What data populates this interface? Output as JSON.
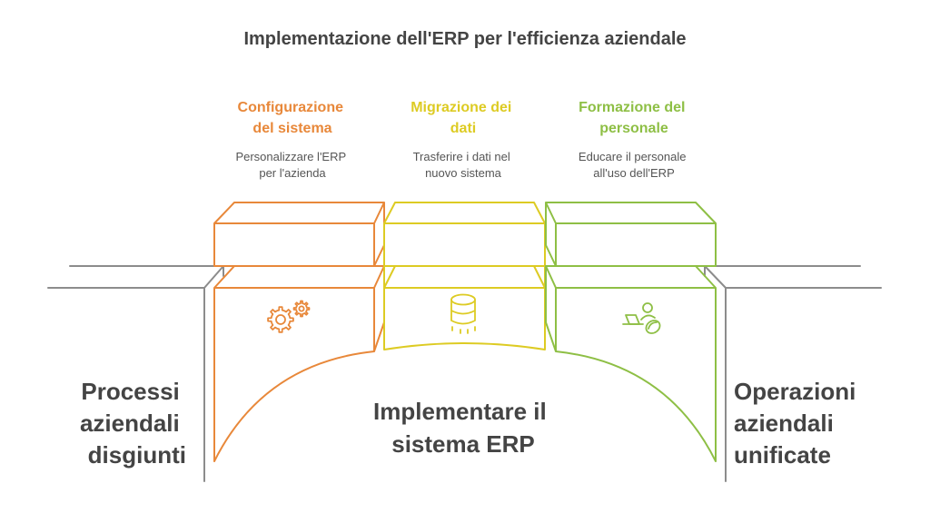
{
  "title": "Implementazione dell'ERP per l'efficienza aziendale",
  "colors": {
    "orange": "#E8883A",
    "yellow": "#DDCB23",
    "green": "#8EBF45",
    "gray": "#8C8C8C",
    "text": "#444444",
    "desc": "#555555"
  },
  "steps": [
    {
      "title_lines": [
        "Configurazione",
        "del sistema"
      ],
      "desc_lines": [
        "Personalizzare l'ERP",
        "per l'azienda"
      ],
      "icon": "gears-icon",
      "color": "orange"
    },
    {
      "title_lines": [
        "Migrazione dei",
        "dati"
      ],
      "desc_lines": [
        "Trasferire i dati nel",
        "nuovo sistema"
      ],
      "icon": "database-icon",
      "color": "yellow"
    },
    {
      "title_lines": [
        "Formazione del",
        "personale"
      ],
      "desc_lines": [
        "Educare il personale",
        "all'uso dell'ERP"
      ],
      "icon": "person-laptop-icon",
      "color": "green"
    }
  ],
  "left_label": {
    "lines": [
      "Processi",
      "aziendali",
      "disgiunti"
    ]
  },
  "center_label": {
    "lines": [
      "Implementare il",
      "sistema ERP"
    ]
  },
  "right_label": {
    "lines": [
      "Operazioni",
      "aziendali",
      "unificate"
    ]
  }
}
